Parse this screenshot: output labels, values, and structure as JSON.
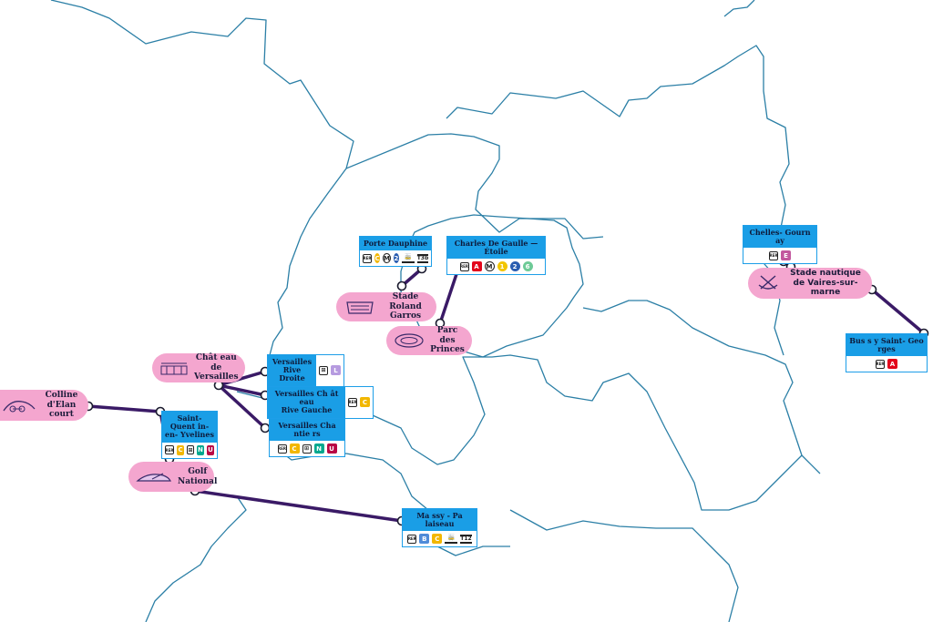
{
  "colors": {
    "route": "#3a1a66",
    "boundary": "#2b7fa6",
    "venue_fill": "#f4a6cf",
    "station_header": "#1a9ee6",
    "A": "#e3051b",
    "B": "#4f8bd8",
    "C": "#f2b700",
    "E": "#c2589e",
    "L": "#b69be0",
    "N": "#00a88f",
    "U": "#b90845",
    "M1": "#f2c500",
    "M2": "#2a5db0",
    "M6": "#6eca97"
  },
  "venues": {
    "colline": {
      "label": "Colline\nd'Elan court",
      "icon": "hill-bike-icon"
    },
    "golf": {
      "label": "Golf\nNational",
      "icon": "golf-icon"
    },
    "chateau": {
      "label": "Chât eau de\nVersailles",
      "icon": "palace-icon"
    },
    "roland": {
      "label": "Stade\nRoland  Garros",
      "icon": "tennis-stadium-icon"
    },
    "parc": {
      "label": "Parc des\nPrinces",
      "icon": "football-stadium-icon"
    },
    "vaires": {
      "label": "Stade nautique\nde Vaires-sur-marne",
      "icon": "rowing-icon"
    }
  },
  "stations": {
    "porte_dauphine": {
      "name": "Porte Dauphine",
      "lines": [
        {
          "t": "rer",
          "v": "RER"
        },
        {
          "t": "ci",
          "v": "C",
          "c": "C"
        },
        {
          "t": "m",
          "v": "M"
        },
        {
          "t": "ci",
          "v": "2",
          "c": "M2"
        },
        {
          "t": "tram",
          "v": "🚋"
        },
        {
          "t": "tramnum",
          "v": "T3b"
        }
      ]
    },
    "charles_de_gaulle": {
      "name": "Charles  De Gaulle — Étoile",
      "lines": [
        {
          "t": "rer",
          "v": "RER"
        },
        {
          "t": "sq",
          "v": "A",
          "c": "A"
        },
        {
          "t": "m",
          "v": "M"
        },
        {
          "t": "ci",
          "v": "1",
          "c": "M1"
        },
        {
          "t": "ci",
          "v": "2",
          "c": "M2"
        },
        {
          "t": "ci",
          "v": "6",
          "c": "M6"
        }
      ]
    },
    "versailles_rd": {
      "name": "Versailles\nRive Droite",
      "lines": [
        {
          "t": "ter",
          "v": "⊞"
        },
        {
          "t": "sq",
          "v": "L",
          "c": "L"
        }
      ]
    },
    "versailles_rg": {
      "name": "Versailles Ch ât eau\nRive Gauche",
      "lines": [
        {
          "t": "rer",
          "v": "RER"
        },
        {
          "t": "sq",
          "v": "C",
          "c": "C"
        }
      ]
    },
    "versailles_ch": {
      "name": "Versailles Cha ntie rs",
      "lines": [
        {
          "t": "rer",
          "v": "RER"
        },
        {
          "t": "sq",
          "v": "C",
          "c": "C"
        },
        {
          "t": "ter",
          "v": "⊞"
        },
        {
          "t": "sq",
          "v": "N",
          "c": "N"
        },
        {
          "t": "sq",
          "v": "U",
          "c": "U"
        }
      ]
    },
    "saint_quentin": {
      "name": "Saint- Quent in-\nen- Yvelines",
      "lines": [
        {
          "t": "rer",
          "v": "RER"
        },
        {
          "t": "sq",
          "v": "C",
          "c": "C"
        },
        {
          "t": "ter",
          "v": "⊞"
        },
        {
          "t": "sq",
          "v": "N",
          "c": "N"
        },
        {
          "t": "sq",
          "v": "U",
          "c": "U"
        }
      ]
    },
    "massy": {
      "name": "Ma ssy - Pa laiseau",
      "lines": [
        {
          "t": "rer",
          "v": "RER"
        },
        {
          "t": "sq",
          "v": "B",
          "c": "B"
        },
        {
          "t": "sq",
          "v": "C",
          "c": "C"
        },
        {
          "t": "tram",
          "v": "🚋"
        },
        {
          "t": "tramnum",
          "v": "T12"
        }
      ]
    },
    "chelles": {
      "name": "Chelles-  Gourn ay",
      "lines": [
        {
          "t": "rer",
          "v": "RER"
        },
        {
          "t": "sq",
          "v": "E",
          "c": "E"
        }
      ]
    },
    "bussy": {
      "name": "Bus s y Saint- Geo rges",
      "lines": [
        {
          "t": "rer",
          "v": "RER"
        },
        {
          "t": "sq",
          "v": "A",
          "c": "A"
        }
      ]
    }
  }
}
